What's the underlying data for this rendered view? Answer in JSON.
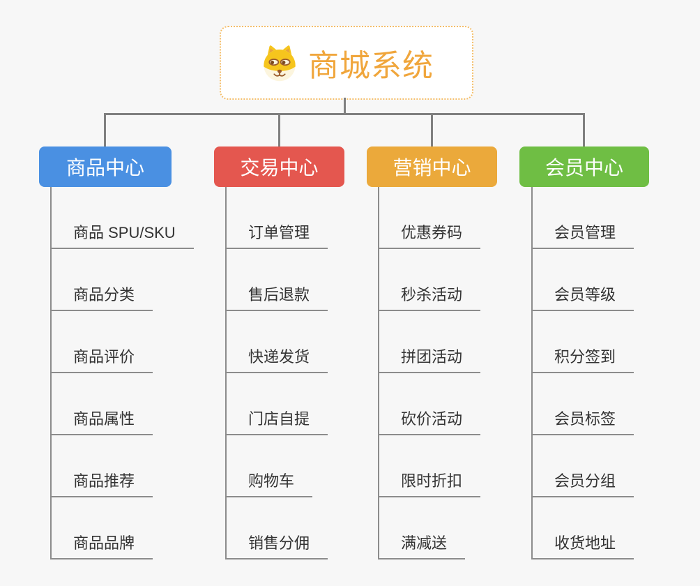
{
  "canvas": {
    "background": "#F7F7F7",
    "connector_color": "#808080",
    "child_line_color": "#8C8C8C",
    "item_text_color": "#333333"
  },
  "root": {
    "title": "商城系统",
    "title_color": "#F0A63C",
    "border_color": "#F4BE6A",
    "background": "#FFFFFF",
    "icon": "dog-face-icon",
    "icon_colors": {
      "fur": "#F6C51D",
      "muzzle": "#FCF5DE",
      "features": "#9A5B2B"
    }
  },
  "branches": [
    {
      "label": "商品中心",
      "color": "#4A90E2",
      "children": [
        "商品 SPU/SKU",
        "商品分类",
        "商品评价",
        "商品属性",
        "商品推荐",
        "商品品牌"
      ]
    },
    {
      "label": "交易中心",
      "color": "#E4574F",
      "children": [
        "订单管理",
        "售后退款",
        "快递发货",
        "门店自提",
        "购物车",
        "销售分佣"
      ]
    },
    {
      "label": "营销中心",
      "color": "#EBA93B",
      "children": [
        "优惠券码",
        "秒杀活动",
        "拼团活动",
        "砍价活动",
        "限时折扣",
        "满减送"
      ]
    },
    {
      "label": "会员中心",
      "color": "#6FBE44",
      "children": [
        "会员管理",
        "会员等级",
        "积分签到",
        "会员标签",
        "会员分组",
        "收货地址"
      ]
    }
  ]
}
